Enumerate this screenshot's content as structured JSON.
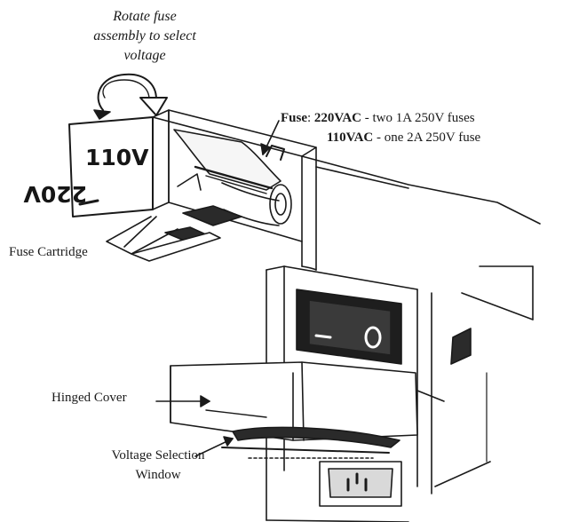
{
  "caption": [
    "Rotate fuse",
    "assembly to select",
    "voltage"
  ],
  "fuse": {
    "title": "Fuse",
    "colon": ":",
    "line1_bold": "220VAC",
    "line1_rest": " - two 1A 250V fuses",
    "line2_bold": "110VAC",
    "line2_rest": " - one 2A 250V fuse"
  },
  "cartridge": {
    "label": "Fuse Cartridge",
    "face_top": "110V",
    "face_bottom": "220V"
  },
  "hinged_cover": "Hinged Cover",
  "voltage_window": [
    "Voltage Selection",
    "Window"
  ],
  "colors": {
    "ink": "#1a1a1a",
    "shade": "#555555",
    "dark": "#222222"
  }
}
